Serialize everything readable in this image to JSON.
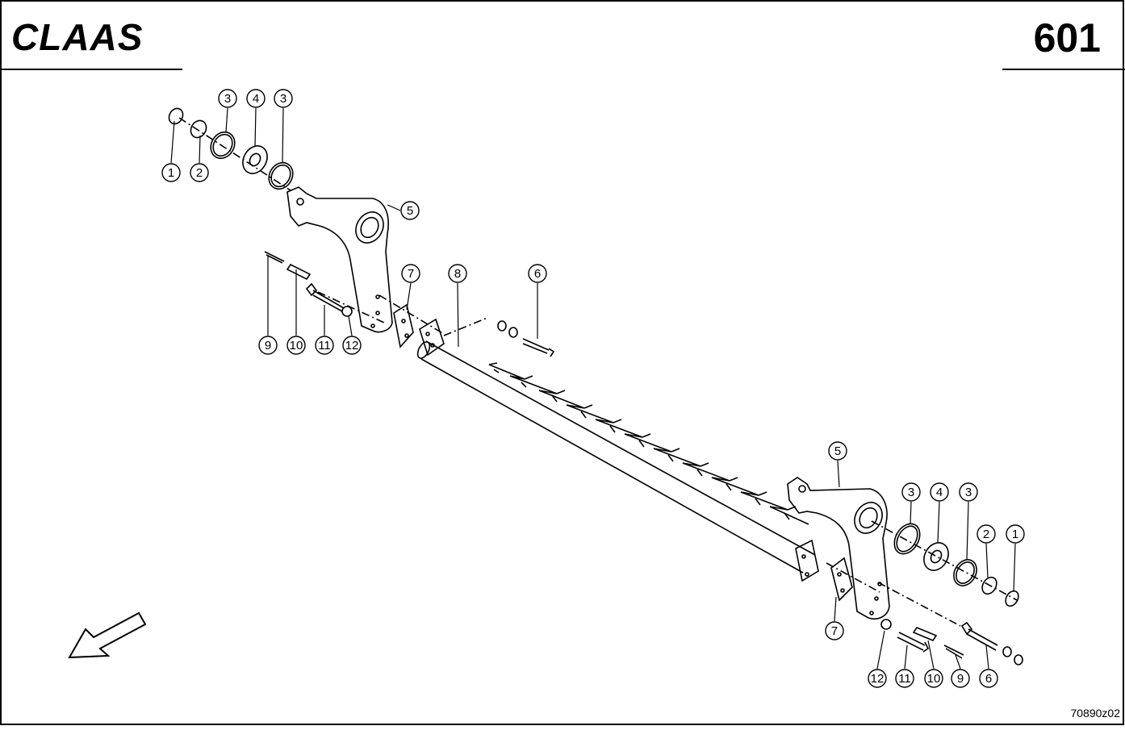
{
  "brand": "CLAAS",
  "page_number": "601",
  "drawing_ref": "70890z02",
  "callouts": [
    {
      "id": "c-top-1",
      "label": "1"
    },
    {
      "id": "c-top-2",
      "label": "2"
    },
    {
      "id": "c-top-3a",
      "label": "3"
    },
    {
      "id": "c-top-4",
      "label": "4"
    },
    {
      "id": "c-top-3b",
      "label": "3"
    },
    {
      "id": "c-top-5",
      "label": "5"
    },
    {
      "id": "c-top-9",
      "label": "9"
    },
    {
      "id": "c-top-10",
      "label": "10"
    },
    {
      "id": "c-top-11",
      "label": "11"
    },
    {
      "id": "c-top-12",
      "label": "12"
    },
    {
      "id": "c-top-7",
      "label": "7"
    },
    {
      "id": "c-top-8",
      "label": "8"
    },
    {
      "id": "c-top-6",
      "label": "6"
    },
    {
      "id": "c-bot-5",
      "label": "5"
    },
    {
      "id": "c-bot-3a",
      "label": "3"
    },
    {
      "id": "c-bot-4",
      "label": "4"
    },
    {
      "id": "c-bot-3b",
      "label": "3"
    },
    {
      "id": "c-bot-2",
      "label": "2"
    },
    {
      "id": "c-bot-1",
      "label": "1"
    },
    {
      "id": "c-bot-7",
      "label": "7"
    },
    {
      "id": "c-bot-12",
      "label": "12"
    },
    {
      "id": "c-bot-11",
      "label": "11"
    },
    {
      "id": "c-bot-10",
      "label": "10"
    },
    {
      "id": "c-bot-9",
      "label": "9"
    },
    {
      "id": "c-bot-6",
      "label": "6"
    }
  ],
  "colors": {
    "line": "#000000",
    "paper": "#ffffff"
  }
}
